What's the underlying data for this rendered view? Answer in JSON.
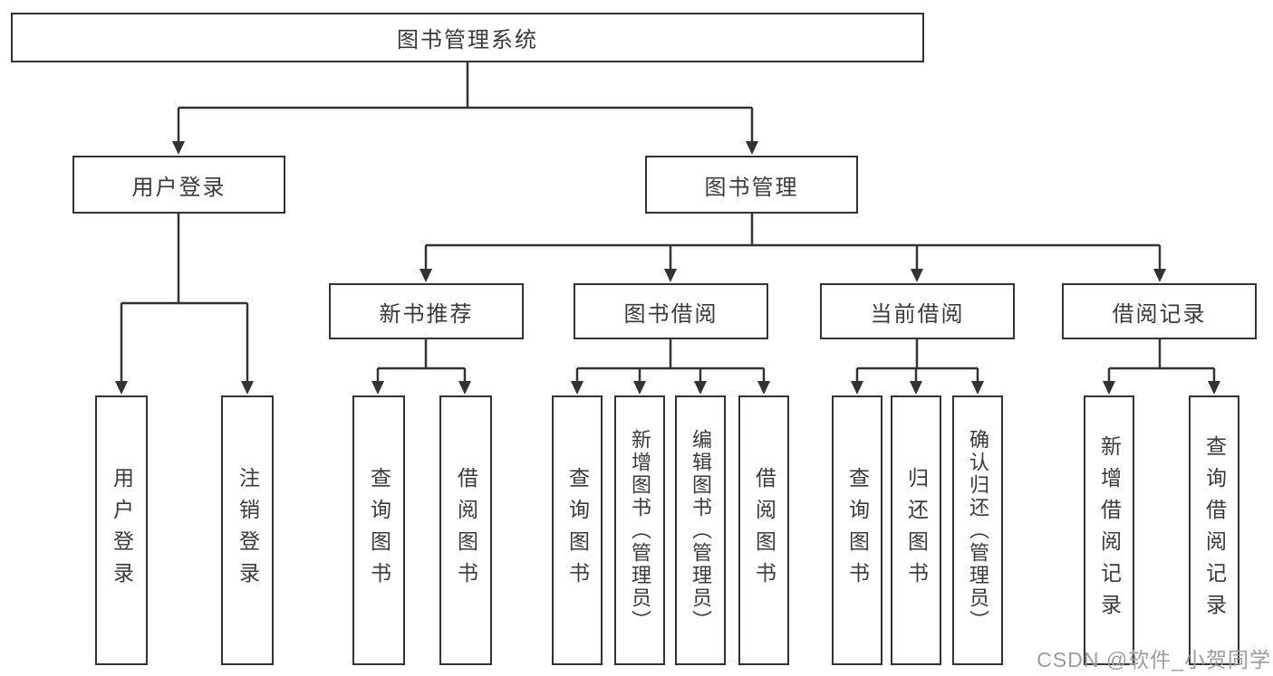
{
  "tree": {
    "root": {
      "label": "图书管理系统"
    },
    "branches": [
      {
        "label": "用户登录",
        "children": [
          {
            "label": "用户登录"
          },
          {
            "label": "注销登录"
          }
        ]
      },
      {
        "label": "图书管理",
        "children": [
          {
            "label": "新书推荐",
            "children": [
              {
                "label": "查询图书"
              },
              {
                "label": "借阅图书"
              }
            ]
          },
          {
            "label": "图书借阅",
            "children": [
              {
                "label": "查询图书"
              },
              {
                "label": "新增图书（管理员）"
              },
              {
                "label": "编辑图书（管理员）"
              },
              {
                "label": "借阅图书"
              }
            ]
          },
          {
            "label": "当前借阅",
            "children": [
              {
                "label": "查询图书"
              },
              {
                "label": "归还图书"
              },
              {
                "label": "确认归还（管理员）"
              }
            ]
          },
          {
            "label": "借阅记录",
            "children": [
              {
                "label": "新增借阅记录"
              },
              {
                "label": "查询借阅记录"
              }
            ]
          }
        ]
      }
    ]
  },
  "watermark": {
    "text": "CSDN @软件_小贺同学"
  },
  "colors": {
    "line": "#333333",
    "box_border": "#333333",
    "text": "#3a3a3a",
    "watermark": "#9c9c9c",
    "background": "#ffffff"
  }
}
